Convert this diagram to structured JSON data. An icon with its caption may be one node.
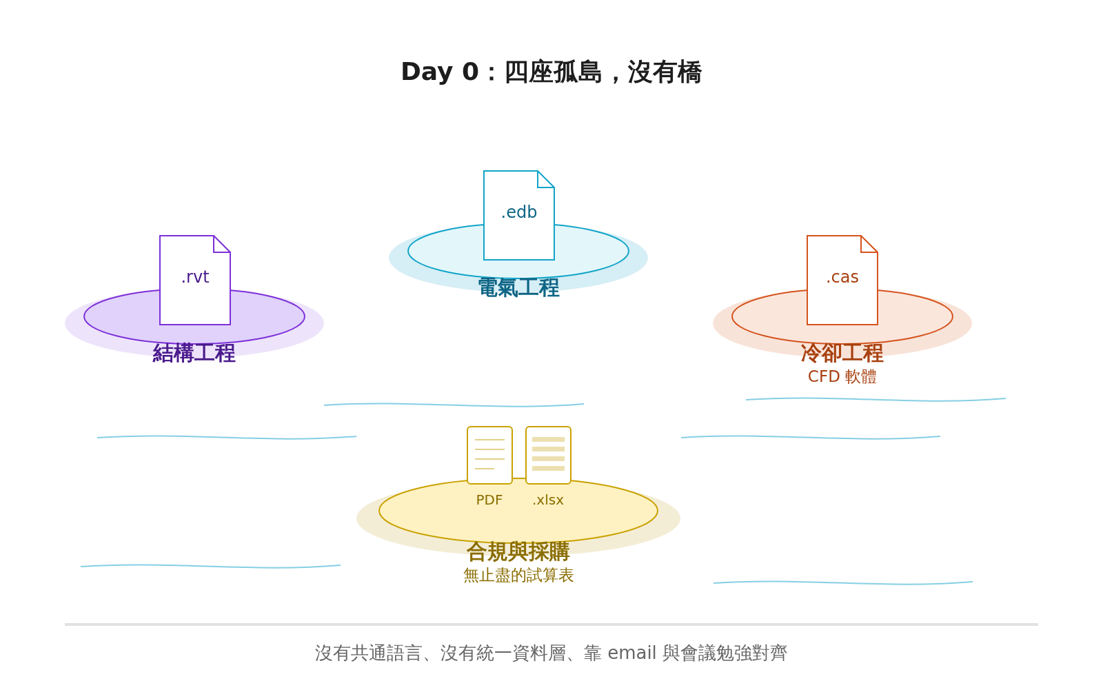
{
  "diagram": {
    "title": "Day 0：四座孤島，沒有橋",
    "nodes": [
      {
        "text": [
          ".edb"
        ]
      },
      {
        "text": [
          "電氣工程"
        ]
      },
      {
        "text": [
          ".rvt"
        ]
      },
      {
        "text": [
          "結構工程"
        ]
      },
      {
        "text": [
          ".cas"
        ]
      },
      {
        "text": [
          "冷卻工程",
          "CFD 軟體"
        ]
      },
      {
        "text": [],
        "shape": "box"
      },
      {
        "text": [],
        "shape": "box"
      },
      {
        "text": [
          "PDF",
          ".xlsx",
          "合規與採購",
          "無止盡的試算表"
        ]
      }
    ],
    "edges": [],
    "caption": "沒有共通語言、沒有統一資料層、靠 email 與會議勉強對齊"
  }
}
